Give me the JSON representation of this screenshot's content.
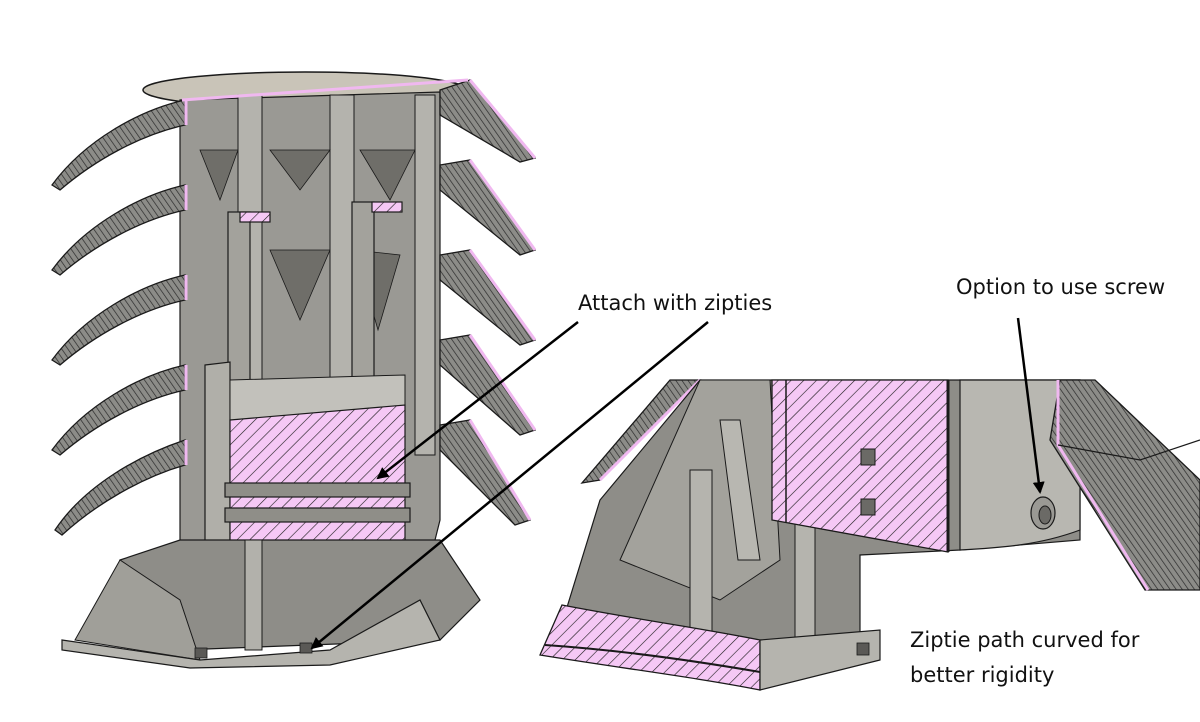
{
  "annotations": {
    "zipties": "Attach with zipties",
    "screw": "Option to use screw",
    "ziptie_path_line1": "Ziptie path curved for",
    "ziptie_path_line2": "better rigidity"
  },
  "colors": {
    "background": "#ffffff",
    "body_grey": "#8f8f8a",
    "body_light": "#a7a7a1",
    "body_dark": "#6a6a66",
    "section_fill": "#f5c8f5",
    "hatch": "#1a1a1a",
    "outline": "#1a1a1a",
    "arrow": "#000000"
  },
  "icons": [
    "arrow-icon"
  ]
}
